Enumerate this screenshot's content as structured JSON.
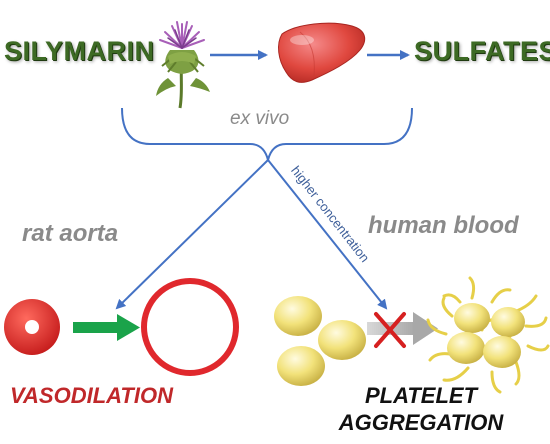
{
  "top_row": {
    "silymarin": "SILYMARIN",
    "sulfates": "SULFATES"
  },
  "ex_vivo": "ex vivo",
  "higher_concentration": "higher concentration",
  "rat_aorta": "rat aorta",
  "human_blood": "human blood",
  "vasodilation": "VASODILATION",
  "platelet_line1": "PLATELET",
  "platelet_line2": "AGGREGATION",
  "icons": [
    "milk-thistle-icon",
    "liver-icon",
    "vessel-constricted-icon",
    "vessel-dilated-icon",
    "platelet-resting-icon",
    "platelet-aggregated-icon",
    "blocked-cross-icon"
  ],
  "colors": {
    "title_green": "#3d6a24",
    "arrow_blue": "#4472c4",
    "arrow_green": "#1aa34a",
    "vessel_red": "#e0282d",
    "platelet_yellow": "#f2e27a",
    "label_gray": "#8a8a8a",
    "vaso_red": "#c0282a",
    "cross_red": "#d62020"
  }
}
